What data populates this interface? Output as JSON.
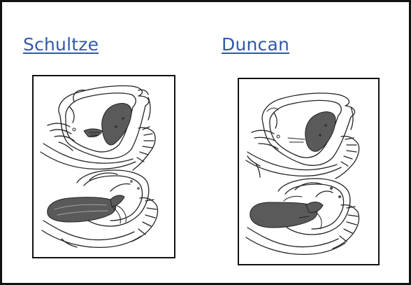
{
  "slide": {
    "left_heading": "Schultze",
    "right_heading": "Duncan"
  },
  "colors": {
    "heading": "#2f5aa8",
    "line_art": "#222222",
    "placenta_fill": "#5a5a5a"
  },
  "panels": [
    {
      "name": "schultze-illustration",
      "icon": "uterus-cross-section-drawings"
    },
    {
      "name": "duncan-illustration",
      "icon": "uterus-cross-section-drawings"
    }
  ]
}
